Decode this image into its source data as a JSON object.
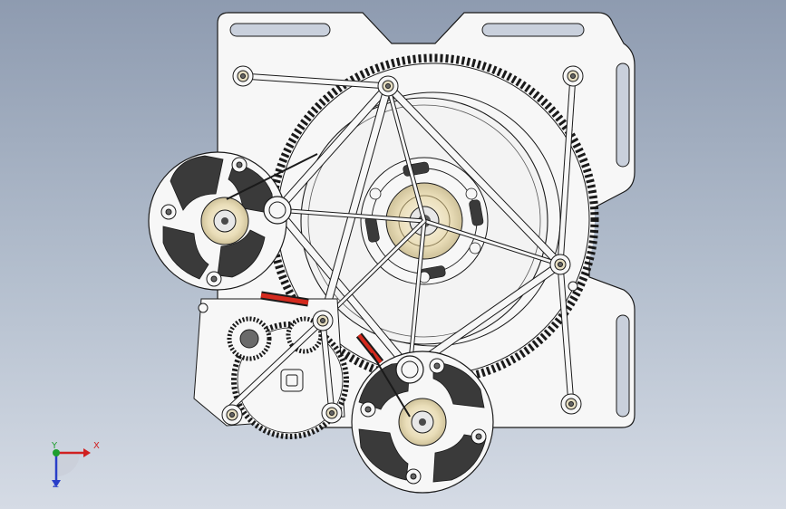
{
  "viewport": {
    "background_top": "#8e9bb0",
    "background_bottom": "#d5dbe5",
    "part_color": "#f7f7f7",
    "edge_color": "#1a1a1a",
    "pad_color": "#3a3a3a",
    "bearing_color": "#efe6c8",
    "wire_red": "#d42a1e"
  },
  "triad": {
    "x_label": "X",
    "y_label": "Y",
    "z_label": "Z",
    "x_color": "#d02020",
    "y_color": "#1e9e2e",
    "z_color": "#2a3fc8"
  }
}
